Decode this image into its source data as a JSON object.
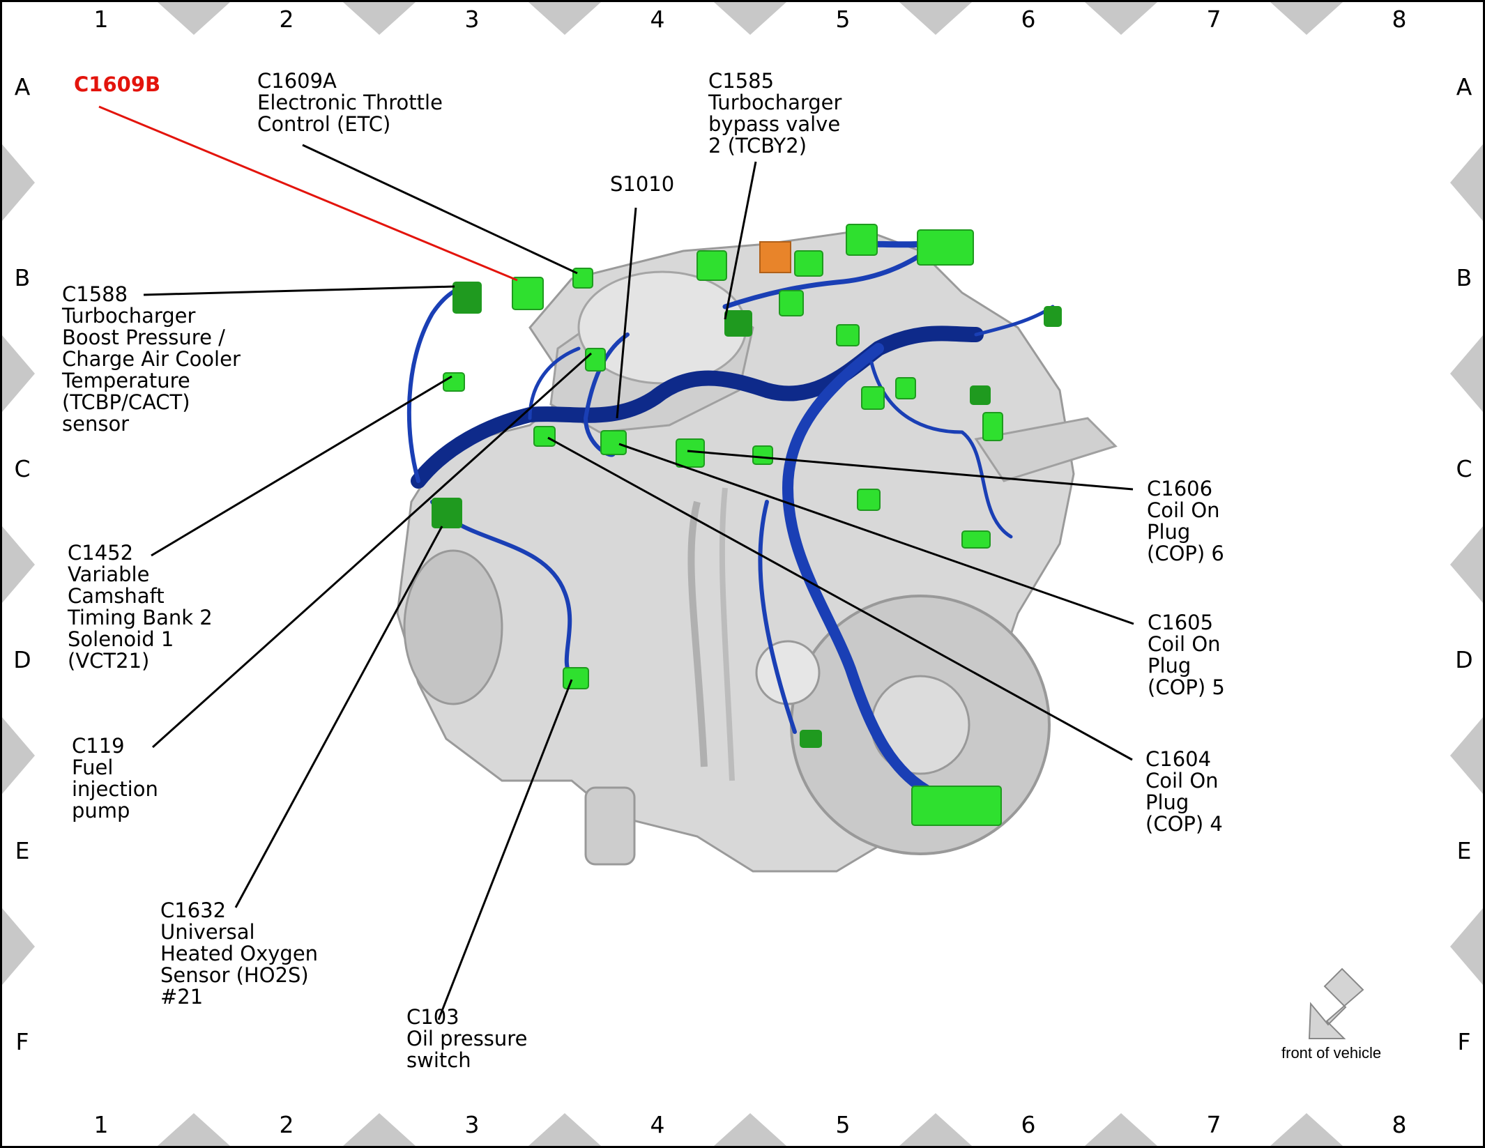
{
  "grid": {
    "columns": [
      "1",
      "2",
      "3",
      "4",
      "5",
      "6",
      "7",
      "8"
    ],
    "rows": [
      "A",
      "B",
      "C",
      "D",
      "E",
      "F"
    ]
  },
  "callouts": [
    {
      "id": "c1609b",
      "lines": [
        "C1609B"
      ],
      "highlight": true
    },
    {
      "id": "c1609a",
      "lines": [
        "C1609A",
        "Electronic Throttle",
        "Control (ETC)"
      ]
    },
    {
      "id": "c1585",
      "lines": [
        "C1585",
        "Turbocharger",
        "bypass valve",
        "2 (TCBY2)"
      ]
    },
    {
      "id": "s1010",
      "lines": [
        "S1010"
      ]
    },
    {
      "id": "c1588",
      "lines": [
        "C1588",
        "Turbocharger",
        "Boost Pressure /",
        "Charge Air Cooler",
        "Temperature",
        "(TCBP/CACT)",
        "sensor"
      ]
    },
    {
      "id": "c1452",
      "lines": [
        "C1452",
        "Variable",
        "Camshaft",
        "Timing Bank 2",
        "Solenoid 1",
        "(VCT21)"
      ]
    },
    {
      "id": "c119",
      "lines": [
        "C119",
        "Fuel",
        "injection",
        "pump"
      ]
    },
    {
      "id": "c1632",
      "lines": [
        "C1632",
        "Universal",
        "Heated Oxygen",
        "Sensor (HO2S)",
        "#21"
      ]
    },
    {
      "id": "c103",
      "lines": [
        "C103",
        "Oil pressure",
        "switch"
      ]
    },
    {
      "id": "c1606",
      "lines": [
        "C1606",
        "Coil On",
        "Plug",
        "(COP) 6"
      ]
    },
    {
      "id": "c1605",
      "lines": [
        "C1605",
        "Coil On",
        "Plug",
        "(COP) 5"
      ]
    },
    {
      "id": "c1604",
      "lines": [
        "C1604",
        "Coil On",
        "Plug",
        "(COP) 4"
      ]
    }
  ],
  "front_of_vehicle": "front of vehicle",
  "colors": {
    "highlight": "#e3140c",
    "harness": "#1a3fb5",
    "harness_dark": "#0e2a8a",
    "connector": "#2fe02f",
    "connector_dark": "#1f9a1f",
    "engine": "#d8d8d8",
    "engine_shade": "#b5b5b5",
    "marker": "#c8c8c8",
    "orange": "#e8842a"
  }
}
